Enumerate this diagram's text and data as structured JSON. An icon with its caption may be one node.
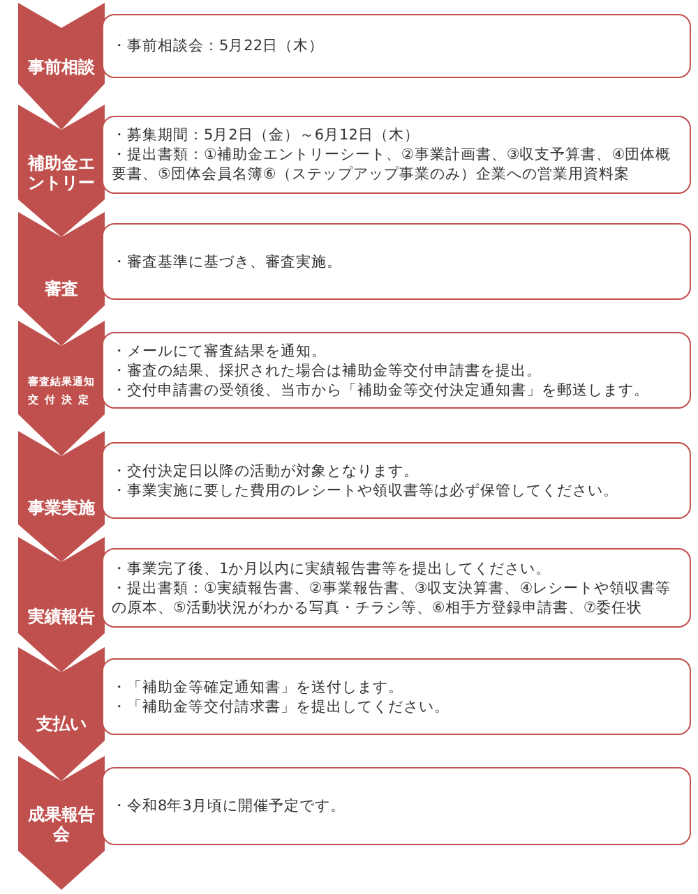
{
  "diagram": {
    "nodes": [
      {
        "text": [
          "事前相談"
        ]
      },
      {
        "text": [
          "・事前相談会：5月22日（木）"
        ]
      },
      {
        "text": [
          "補助金エントリー"
        ]
      },
      {
        "text": [
          "・募集期間：5月2日（金）～6月12日（木）",
          "・提出書類：①補助金エントリーシート、②事業計画書、③収支予算書、④団体概要書、⑤団体会員名簿⑥（ステップアップ事業のみ）企業への営業用資料案"
        ]
      },
      {
        "text": [
          "審査"
        ]
      },
      {
        "text": [
          "・審査基準に基づき、審査実施。"
        ]
      },
      {
        "text": [
          "審査結果通知",
          "交付決定"
        ]
      },
      {
        "text": [
          "・メールにて審査結果を通知。",
          "・審査の結果、採択された場合は補助金等交付申請書を提出。",
          "・交付申請書の受領後、当市から「補助金等交付決定通知書」を郵送します。"
        ]
      },
      {
        "text": [
          "事業実施"
        ]
      },
      {
        "text": [
          "・交付決定日以降の活動が対象となります。",
          "・事業実施に要した費用のレシートや領収書等は必ず保管してください。"
        ]
      },
      {
        "text": [
          "実績報告"
        ]
      },
      {
        "text": [
          "・事業完了後、1か月以内に実績報告書等を提出してください。",
          "・提出書類：①実績報告書、②事業報告書、③収支決算書、④レシートや領収書等の原本、⑤活動状況がわかる写真・チラシ等、⑥相手方登録申請書、⑦委任状"
        ]
      },
      {
        "text": [
          "支払い"
        ]
      },
      {
        "text": [
          "・「補助金等確定通知書」を送付します。",
          "・「補助金等交付請求書」を提出してください。"
        ]
      },
      {
        "text": [
          "成果報告会"
        ]
      },
      {
        "text": [
          "・令和8年3月頃に開催予定です。"
        ]
      }
    ],
    "edges": [
      {
        "from": 0,
        "to": 2,
        "arrow": "to"
      },
      {
        "from": 2,
        "to": 4,
        "arrow": "to"
      },
      {
        "from": 4,
        "to": 6,
        "arrow": "to"
      },
      {
        "from": 6,
        "to": 8,
        "arrow": "to"
      },
      {
        "from": 8,
        "to": 10,
        "arrow": "to"
      },
      {
        "from": 10,
        "to": 12,
        "arrow": "to"
      },
      {
        "from": 12,
        "to": 14,
        "arrow": "to"
      },
      {
        "from": 14,
        "to": null,
        "arrow": "to"
      }
    ]
  }
}
